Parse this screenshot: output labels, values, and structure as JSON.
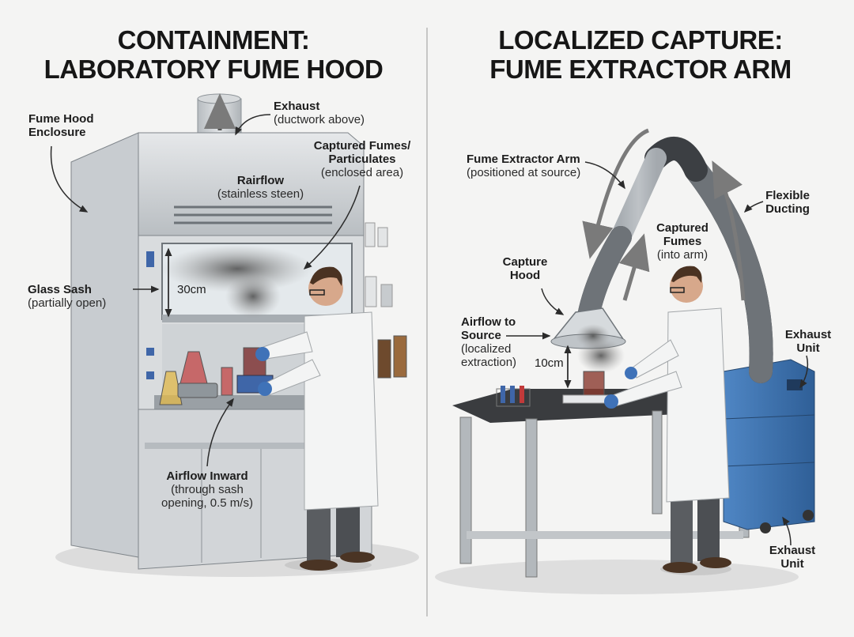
{
  "left": {
    "title_line1": "CONTAINMENT:",
    "title_line2": "LABORATORY FUME HOOD",
    "labels": {
      "exhaust": {
        "title": "Exhaust",
        "sub": "(ductwork above)"
      },
      "enclosure": {
        "title1": "Fume Hood",
        "title2": "Enclosure"
      },
      "captured": {
        "title1": "Captured Fumes/",
        "title2": "Particulates",
        "sub": "(enclosed area)"
      },
      "rairflow": {
        "title": "Rairflow",
        "sub": "(stainless steen)"
      },
      "sash": {
        "title": "Glass Sash",
        "sub": "(partially open)"
      },
      "sash_height": "30cm",
      "inward": {
        "title": "Airflow Inward",
        "sub1": "(through sash",
        "sub2": "opening, 0.5 m/s)"
      }
    }
  },
  "right": {
    "title_line1": "LOCALIZED CAPTURE:",
    "title_line2": "FUME EXTRACTOR ARM",
    "labels": {
      "arm": {
        "title": "Fume Extractor Arm",
        "sub": "(positioned at source)"
      },
      "flexible": {
        "title1": "Flexible",
        "title2": "Ducting"
      },
      "captured": {
        "title1": "Captured",
        "title2": "Fumes",
        "sub": "(into arm)"
      },
      "hood": {
        "title1": "Capture",
        "title2": "Hood"
      },
      "airflow": {
        "title1": "Airflow to",
        "title2": "Source",
        "sub1": "(localized",
        "sub2": "extraction)"
      },
      "distance": "10cm",
      "exhaust_unit_top": {
        "title1": "Exhaust",
        "title2": "Unit"
      },
      "exhaust_unit_bottom": {
        "title1": "Exhaust",
        "title2": "Unit"
      }
    }
  },
  "colors": {
    "steel": "#c9cdd0",
    "steel_dark": "#8d9398",
    "lab_coat": "#f3f4f4",
    "unit_blue": "#3d73b0",
    "bench_top": "#3a3c3f",
    "smoke": "#5e5e5e",
    "annotation": "#2b2b2b"
  }
}
